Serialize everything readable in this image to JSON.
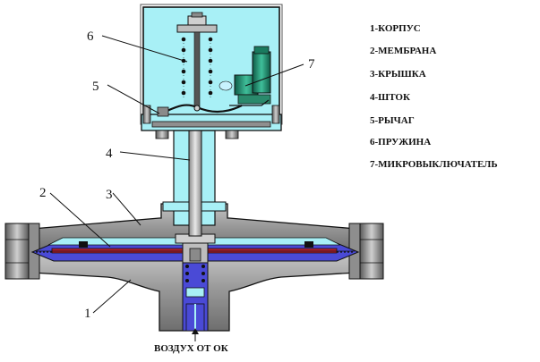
{
  "legend": [
    {
      "num": "1",
      "label": "1-КОРПУС"
    },
    {
      "num": "2",
      "label": "2-МЕМБРАНА"
    },
    {
      "num": "3",
      "label": "3-КРЫШКА"
    },
    {
      "num": "4",
      "label": "4-ШТОК"
    },
    {
      "num": "5",
      "label": "5-РЫЧАГ"
    },
    {
      "num": "6",
      "label": "6-ПРУЖИНА"
    },
    {
      "num": "7",
      "label": "7-МИКРОВЫКЛЮЧАТЕЛЬ"
    }
  ],
  "callouts": {
    "c1": "1",
    "c2": "2",
    "c3": "3",
    "c4": "4",
    "c5": "5",
    "c6": "6",
    "c7": "7"
  },
  "air_label": "ВОЗДУХ ОТ ОК",
  "colors": {
    "body_gray": "#8f8f8f",
    "cavity_blue": "#4a4ad6",
    "membrane_red": "#b21f2c",
    "interior_cyan": "#a8f0f6",
    "outline": "#111111"
  }
}
